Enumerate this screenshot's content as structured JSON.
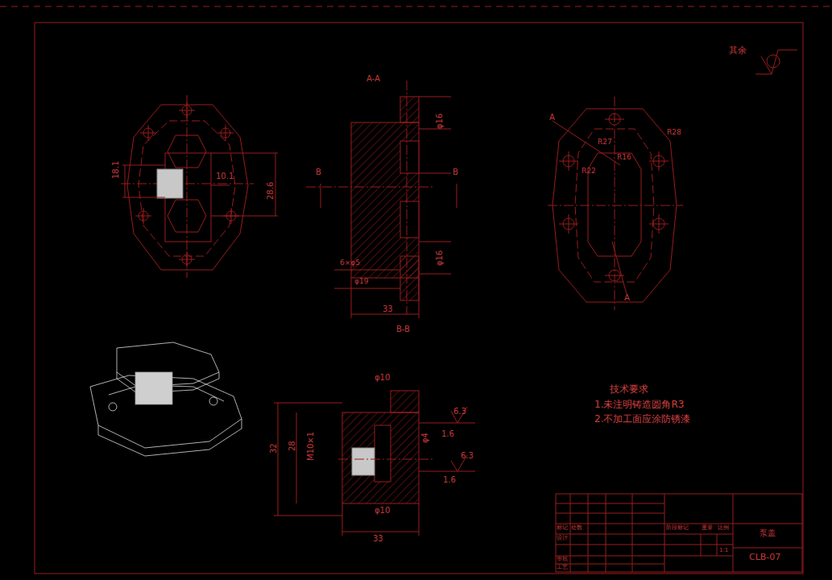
{
  "diagram": {
    "labels": [
      "A-A",
      "其余",
      "18.1",
      "10.1",
      "28.6",
      "B",
      "B",
      "B-B",
      "33",
      "φ16",
      "φ16",
      "6×φ5",
      "φ19",
      "A",
      "A",
      "R16",
      "R22",
      "R27",
      "R28",
      "φ10",
      "32",
      "28",
      "M10×1",
      "6.3",
      "1.6",
      "φ4",
      "6.3",
      "1.6",
      "φ10",
      "33",
      "技术要求",
      "1.未注明铸造圆角R3",
      "2.不加工面应涂防锈漆",
      "泵盖",
      "CLB-07",
      "1:1",
      "标记",
      "处数",
      "设计",
      "审核",
      "工艺",
      "阶段标记",
      "重量",
      "比例"
    ]
  }
}
